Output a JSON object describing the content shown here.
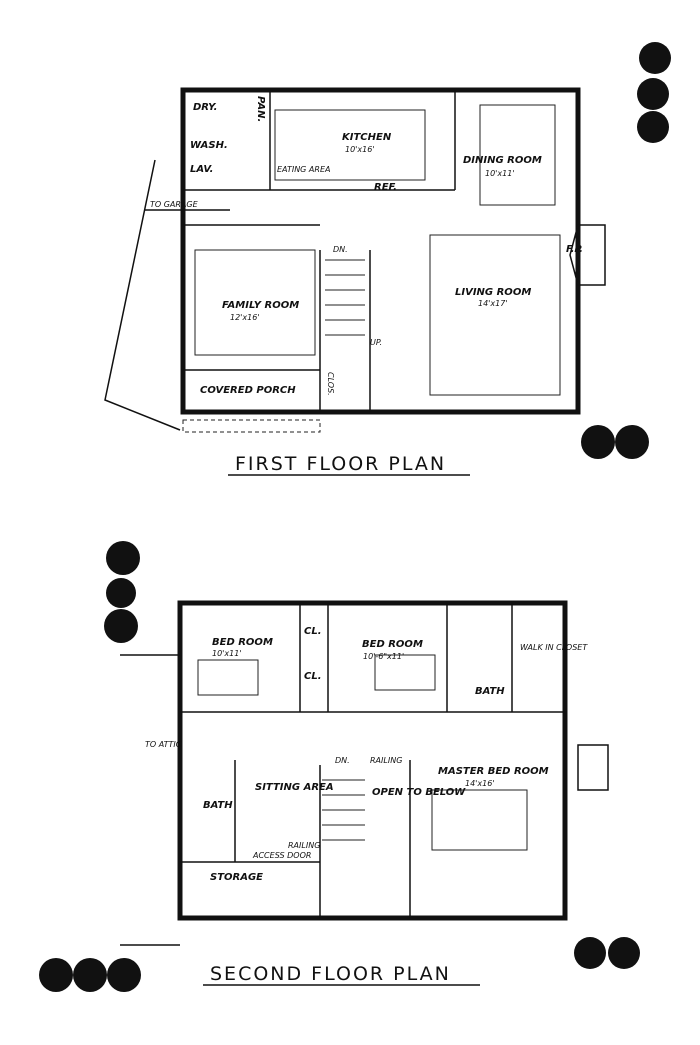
{
  "first_floor": {
    "title": "FIRST FLOOR PLAN",
    "rooms": {
      "dry": "DRY.",
      "wash": "WASH.",
      "lav": "LAV.",
      "pantry": "PAN.",
      "kitchen": "KITCHEN",
      "kitchen_dim": "10'x16'",
      "eating_area": "EATING AREA",
      "ref": "REF.",
      "dining": "DINING ROOM",
      "dining_dim": "10'x11'",
      "to_garage": "TO GARAGE",
      "fireplace": "F.P.",
      "family": "FAMILY ROOM",
      "family_dim": "12'x16'",
      "living": "LIVING ROOM",
      "living_dim": "14'x17'",
      "dn": "DN.",
      "up": "UP.",
      "closet": "CLOS.",
      "porch": "COVERED PORCH"
    }
  },
  "second_floor": {
    "title": "SECOND FLOOR PLAN",
    "rooms": {
      "bed1": "BED ROOM",
      "bed1_dim": "10'x11'",
      "cl1": "CL.",
      "cl2": "CL.",
      "bed2": "BED ROOM",
      "bed2_dim": "10'-6\"x11'",
      "bath1": "BATH",
      "walk_in": "WALK IN CLOSET",
      "to_attic": "TO ATTIC",
      "bath2": "BATH",
      "sitting": "SITTING AREA",
      "dn": "DN.",
      "railing1": "RAILING",
      "railing2": "RAILING",
      "open": "OPEN TO BELOW",
      "access": "ACCESS DOOR",
      "storage": "STORAGE",
      "master": "MASTER BED ROOM",
      "master_dim": "14'x16'"
    }
  }
}
